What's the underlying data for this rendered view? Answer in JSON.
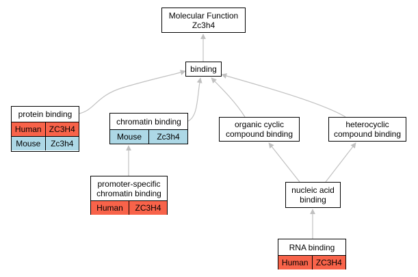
{
  "nodes": {
    "molecular_function": {
      "title": "Molecular Function\nZc3h4"
    },
    "binding": {
      "title": "binding"
    },
    "protein_binding": {
      "title": "protein binding",
      "rows": [
        {
          "species": "Human",
          "gene": "ZC3H4"
        },
        {
          "species": "Mouse",
          "gene": "Zc3h4"
        }
      ]
    },
    "chromatin_binding": {
      "title": "chromatin binding",
      "rows": [
        {
          "species": "Mouse",
          "gene": "Zc3h4"
        }
      ]
    },
    "organic_cyclic": {
      "title": "organic cyclic\ncompound binding"
    },
    "heterocyclic": {
      "title": "heterocyclic\ncompound binding"
    },
    "promoter_specific": {
      "title": "promoter-specific\nchromatin binding",
      "rows": [
        {
          "species": "Human",
          "gene": "ZC3H4"
        }
      ]
    },
    "nucleic_acid": {
      "title": "nucleic acid\nbinding"
    },
    "rna_binding": {
      "title": "RNA binding",
      "rows": [
        {
          "species": "Human",
          "gene": "ZC3H4"
        }
      ]
    }
  },
  "colors": {
    "human": "#f8634a",
    "mouse": "#add8e6",
    "edge": "#c0c0c0"
  }
}
